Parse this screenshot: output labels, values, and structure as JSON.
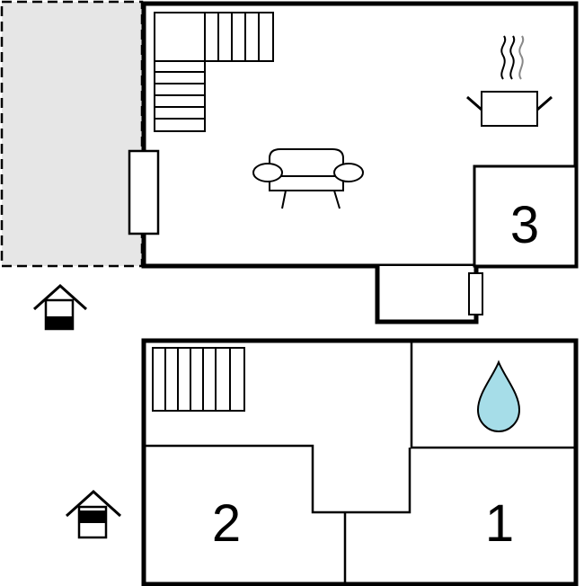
{
  "rooms": {
    "bedroom_3": {
      "number": "3"
    },
    "bedroom_2": {
      "number": "2"
    },
    "bedroom_1": {
      "number": "1"
    }
  },
  "colors": {
    "terrace_fill": "#e6e6e6",
    "water_drop": "#a6dde8",
    "wall": "#000000",
    "background": "#ffffff"
  },
  "icons": {
    "upper_floor_level": "house-upper-floor-icon",
    "ground_floor_level": "house-ground-floor-icon",
    "kitchen": "cooking-pot-icon",
    "living_room": "sofa-icon",
    "bathroom": "water-drop-icon"
  }
}
